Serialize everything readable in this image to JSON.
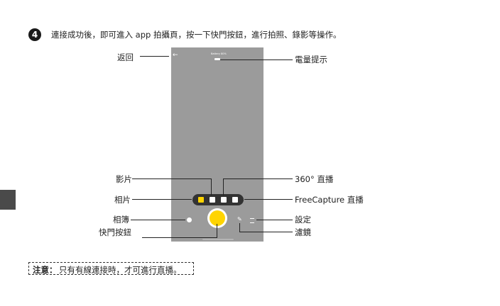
{
  "step": {
    "number": "4",
    "text": "連接成功後，即可進入 app 拍攝頁，按一下快門按鈕，進行拍照、錄影等操作。"
  },
  "screen": {
    "back_icon": "←",
    "battery_text": "Battery 80%"
  },
  "callouts": {
    "back": "返回",
    "battery": "電量提示",
    "video": "影片",
    "photo": "相片",
    "live360": "360° 直播",
    "freecapture": "FreeCapture 直播",
    "album": "相簿",
    "shutter": "快門按鈕",
    "settings": "設定",
    "filter": "濾鏡"
  },
  "note": {
    "label": "注意：",
    "text": "只有有線連接時，才可進行直播。"
  },
  "colors": {
    "accent": "#ffd400",
    "phone": "#9b9b9b",
    "mode_bar": "#333333"
  }
}
